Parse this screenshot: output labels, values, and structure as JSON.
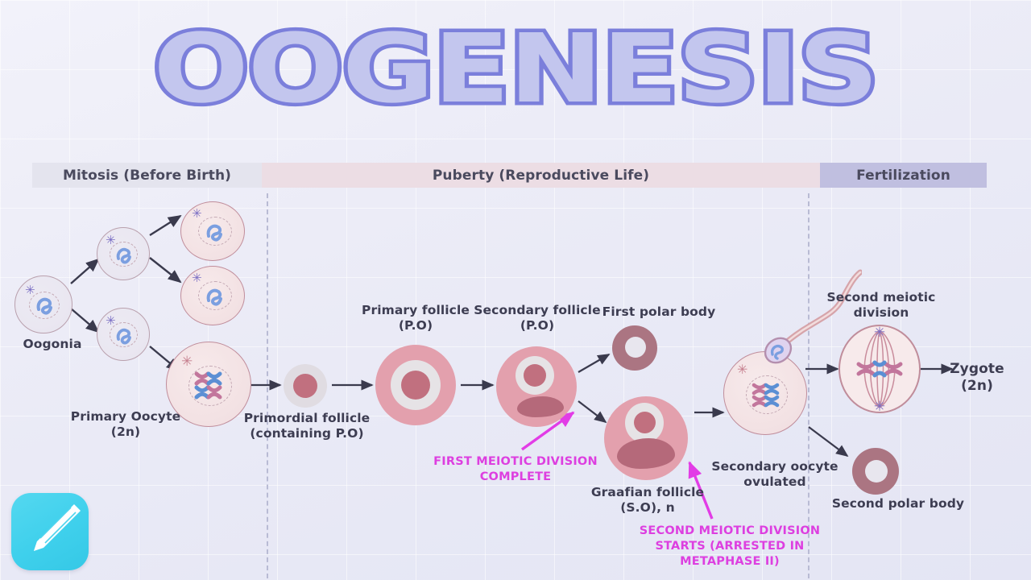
{
  "title": "OOGENESIS",
  "phases": [
    {
      "key": "mitosis",
      "label": "Mitosis (Before Birth)",
      "color": "#e4e4ee"
    },
    {
      "key": "puberty",
      "label": "Puberty (Reproductive Life)",
      "color": "#ecdde4"
    },
    {
      "key": "fertilization",
      "label": "Fertilization",
      "color": "#c0bfe0"
    }
  ],
  "labels": {
    "oogonia": "Oogonia",
    "primary_oocyte": "Primary Oocyte\n(2n)",
    "primordial_follicle": "Primordial follicle\n(containing P.O)",
    "primary_follicle": "Primary follicle\n(P.O)",
    "secondary_follicle": "Secondary follicle\n(P.O)",
    "first_polar_body": "First polar body",
    "graafian_follicle": "Graafian follicle\n(S.O), n",
    "secondary_oocyte": "Secondary oocyte\novulated",
    "second_meiotic_division": "Second meiotic\ndivision",
    "second_polar_body": "Second polar body",
    "zygote": "Zygote\n(2n)"
  },
  "callouts": {
    "first_meiotic": "FIRST MEIOTIC DIVISION\nCOMPLETE",
    "second_meiotic": "SECOND MEIOTIC DIVISION\nSTARTS (ARRESTED IN\nMETAPHASE II)"
  },
  "logo": {
    "icon": "pencil-icon"
  },
  "colors": {
    "title_fill": "#c3c6ee",
    "title_stroke": "#7b7fdb",
    "callout": "#dd3fe0",
    "bar_text": "#4a4a5e",
    "label_text": "#3d3d52",
    "follicle_outer": "#e3a0ad",
    "follicle_core": "#c1707f",
    "logo_bg": "#3fd0ec"
  }
}
